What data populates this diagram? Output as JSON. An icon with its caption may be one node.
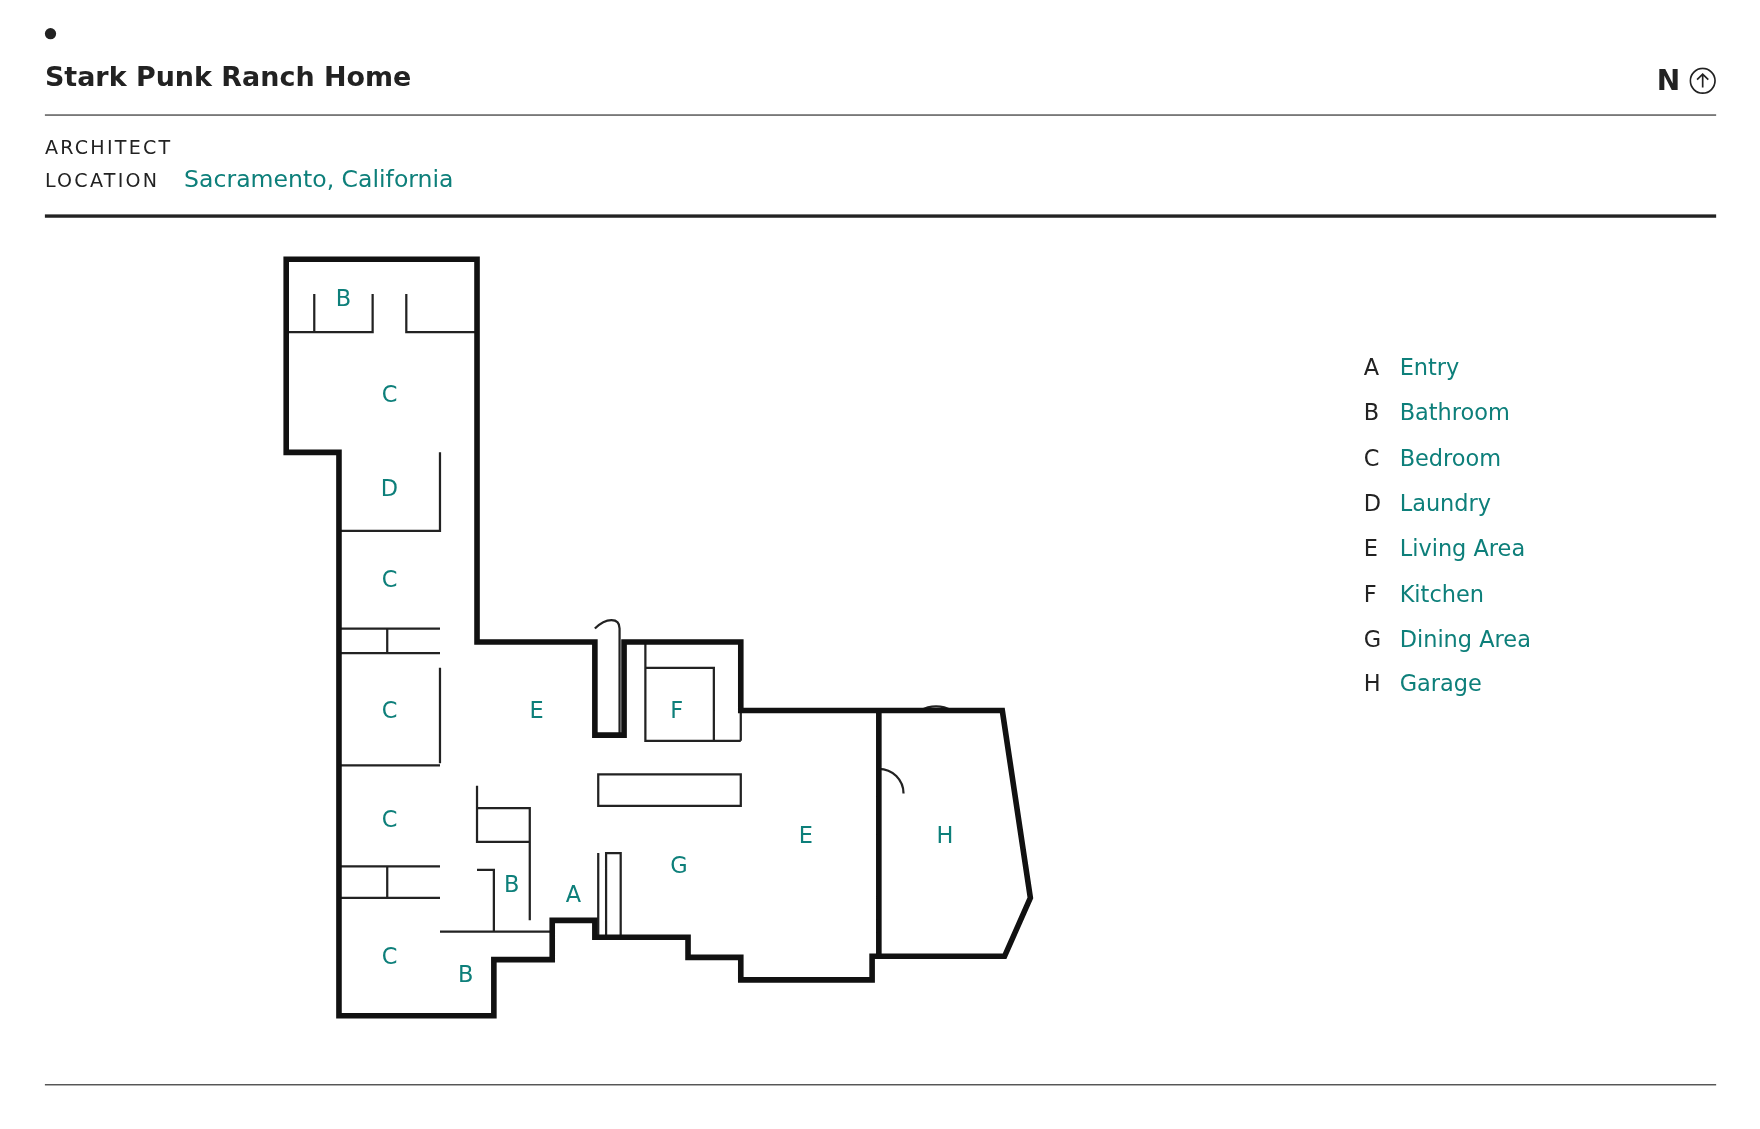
{
  "diagram": {
    "title": "Stark Punk Ranch Home",
    "labels": [
      "N",
      "ARCHITECT",
      "LOCATION",
      "Sacramento, California",
      "B",
      "C",
      "D",
      "C",
      "E",
      "F",
      "C",
      "C",
      "E",
      "H",
      "G",
      "B",
      "A",
      "C",
      "B"
    ],
    "legend": [
      {
        "text": "A Entry"
      },
      {
        "text": "B Bathroom"
      },
      {
        "text": "C Bedroom"
      },
      {
        "text": "D Laundry"
      },
      {
        "text": "E Living Area"
      },
      {
        "text": "F Kitchen"
      },
      {
        "text": "G Dining Area"
      },
      {
        "text": "H Garage"
      }
    ]
  }
}
